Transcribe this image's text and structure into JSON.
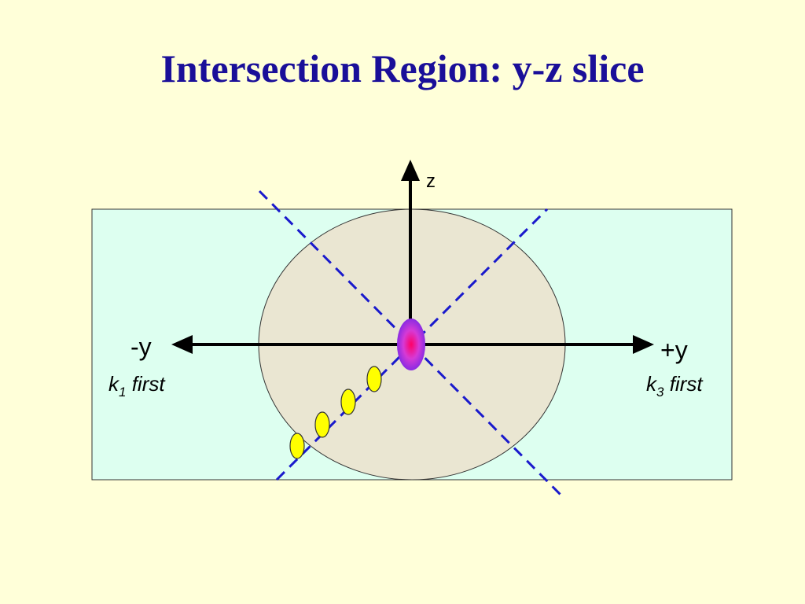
{
  "slide": {
    "title": "Intersection Region: y-z slice"
  },
  "diagram": {
    "axes": {
      "z_label": "z",
      "neg_y_label": "-y",
      "pos_y_label": "+y"
    },
    "annotations": {
      "left": {
        "symbol": "k",
        "subscript": "1",
        "text": " first"
      },
      "right": {
        "symbol": "k",
        "subscript": "3",
        "text": " first"
      }
    },
    "colors": {
      "background": "#FFFFD9",
      "title": "#1A0F99",
      "slice_rectangle": "#DDFFF0",
      "intersection_ellipse": "#EAE6D2",
      "beam_lines": "#1A1ACC",
      "center_blob": "#C433E8",
      "small_ellipses": "#FFFF00"
    },
    "small_ellipse_count": 4
  }
}
